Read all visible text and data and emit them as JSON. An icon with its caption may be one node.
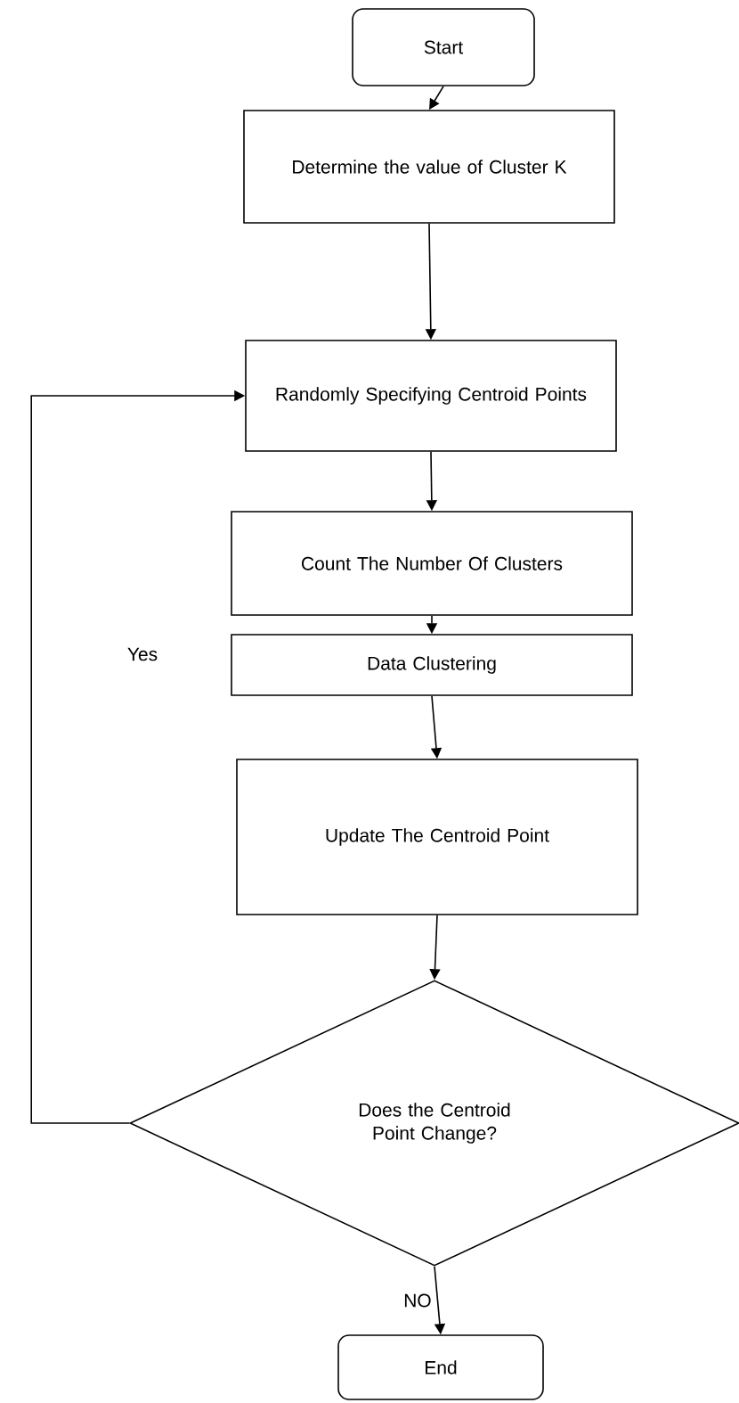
{
  "diagram": {
    "nodes": [
      {
        "text": [
          "Start"
        ]
      },
      {
        "text": [
          "Determine the value of Cluster K"
        ]
      },
      {
        "text": [
          "Randomly Specifying Centroid Points"
        ]
      },
      {
        "text": [
          "Count The Number Of Clusters"
        ]
      },
      {
        "text": [
          "Data Clustering"
        ]
      },
      {
        "text": [
          "Update The Centroid Point"
        ]
      },
      {
        "text": [
          "Does the Centroid Point Change?"
        ]
      },
      {
        "text": [
          "End"
        ]
      }
    ],
    "edges": [
      {
        "from": 0,
        "to": 1,
        "arrow": "to"
      },
      {
        "from": 1,
        "to": 2,
        "arrow": "to"
      },
      {
        "from": 2,
        "to": 3,
        "arrow": "to"
      },
      {
        "from": 3,
        "to": 4,
        "arrow": "to"
      },
      {
        "from": 4,
        "to": 5,
        "arrow": "to"
      },
      {
        "from": 5,
        "to": 6,
        "arrow": "to"
      },
      {
        "from": 6,
        "to": 2,
        "arrow": "to"
      },
      {
        "from": 6,
        "to": 7,
        "arrow": "to",
        "label": "NO"
      }
    ],
    "labels": [
      "Yes"
    ]
  }
}
